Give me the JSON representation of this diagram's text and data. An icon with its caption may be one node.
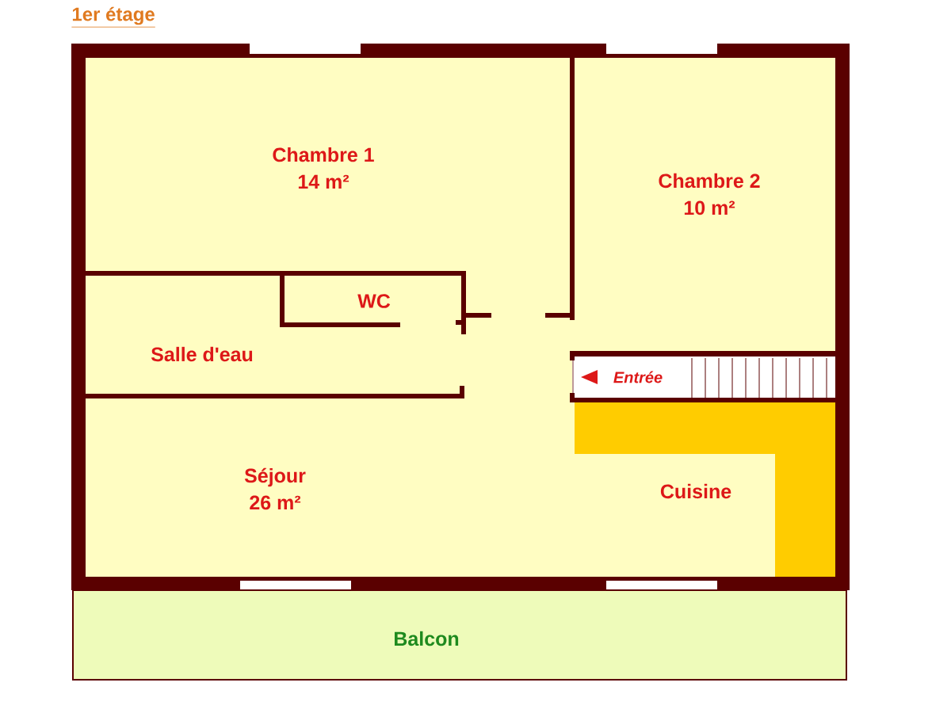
{
  "diagram": {
    "title": "1er étage",
    "nodes": [
      {
        "text": [
          "Chambre 1",
          "14 m²"
        ]
      },
      {
        "text": [
          "Chambre 2",
          "10 m²"
        ]
      },
      {
        "text": [
          "WC"
        ]
      },
      {
        "text": [
          "Salle d'eau"
        ]
      },
      {
        "text": [
          "Entrée"
        ]
      },
      {
        "text": [
          "Séjour",
          "26 m²"
        ]
      },
      {
        "text": [
          "Cuisine"
        ]
      },
      {
        "text": [
          "Balcon"
        ]
      }
    ]
  }
}
